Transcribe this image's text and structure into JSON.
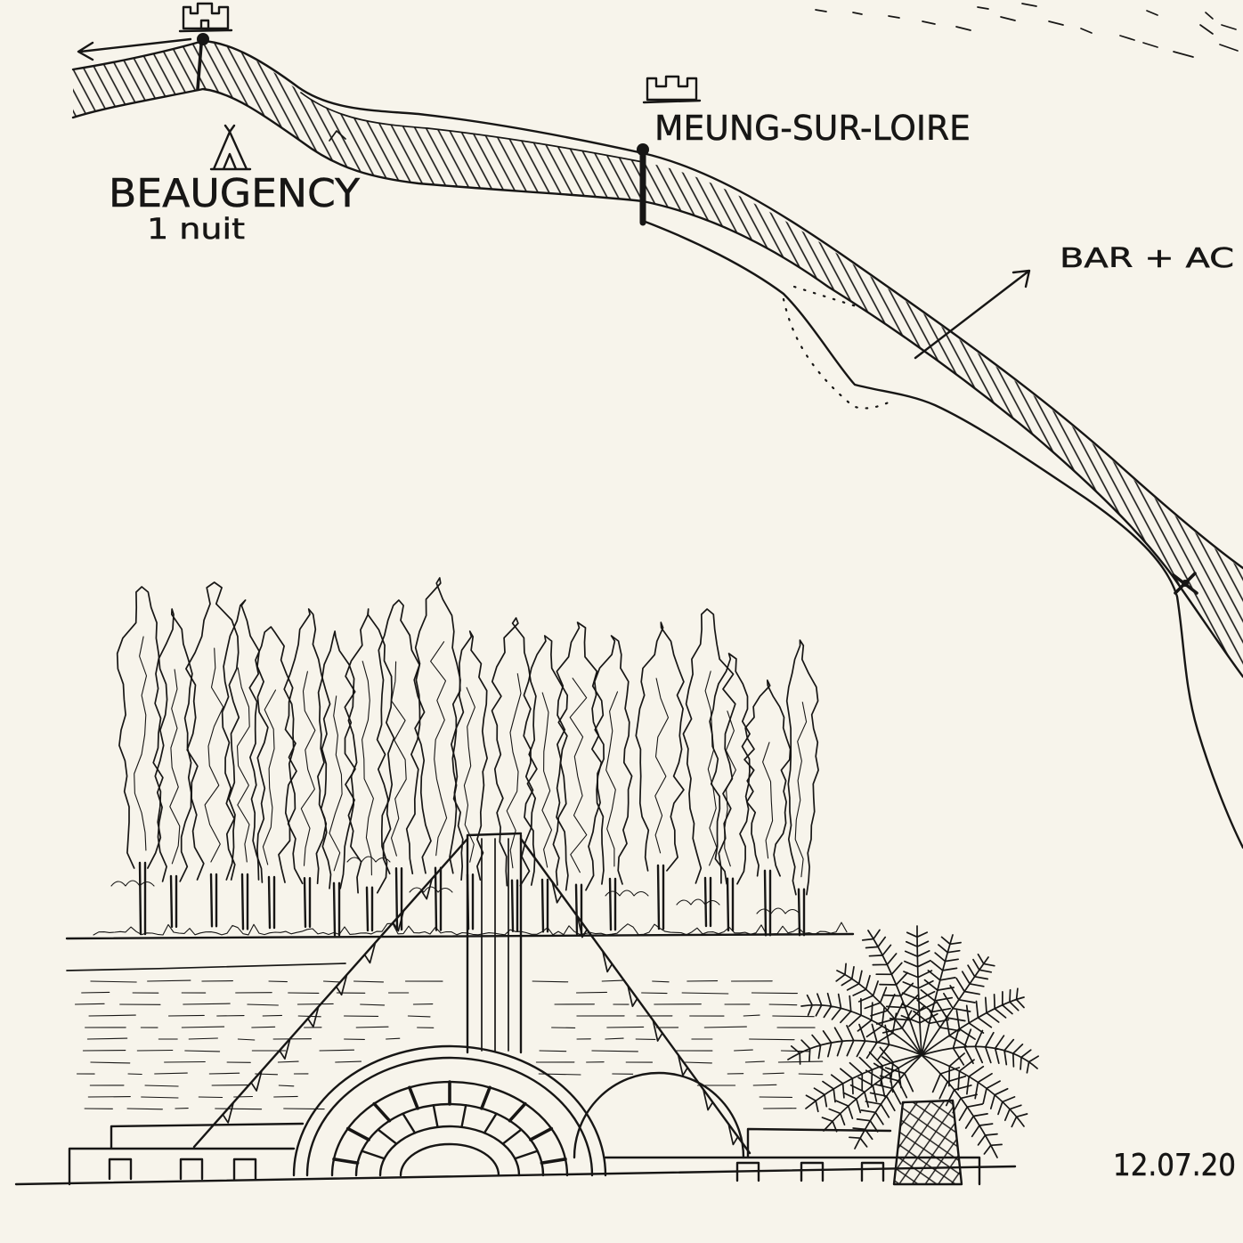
{
  "map": {
    "origin": {
      "label": "BEAUGENCY",
      "note": "1 nuit",
      "camp_icon": "tent-icon",
      "landmark_icon": "castle-icon"
    },
    "stop": {
      "label": "MEUNG-SUR-LOIRE",
      "landmark_icon": "castle-icon"
    },
    "point_of_interest": {
      "note": "BAR + AC",
      "pointer_icon": "arrow-pointer-icon"
    },
    "direction_icon": "arrow-left-icon",
    "waypoint_icon": "waypoint-marker-icon"
  },
  "drawing": {
    "subject_icons": [
      "paddle-steamer-icon",
      "poplar-tree-icon",
      "palm-tree-icon"
    ]
  },
  "date": "12.07.20",
  "colors": {
    "paper": "#f7f4eb",
    "ink": "#171615"
  }
}
